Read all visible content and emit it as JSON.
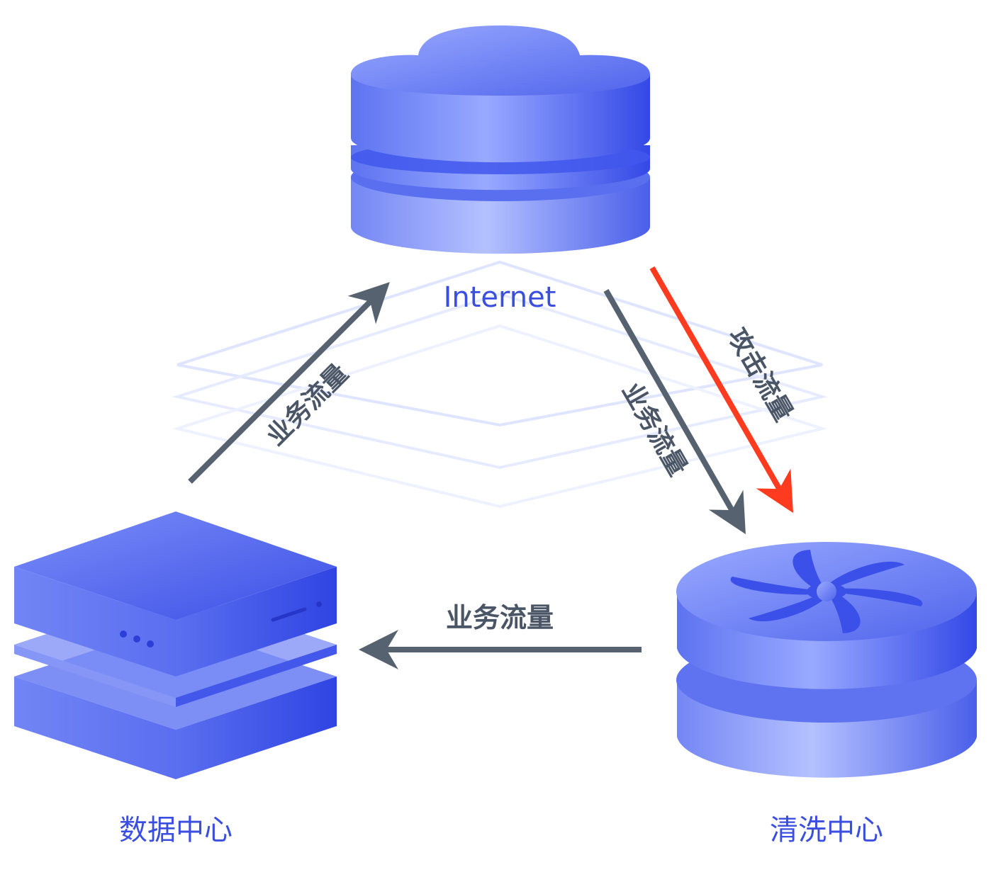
{
  "nodes": {
    "internet": {
      "label": "Internet",
      "icon": "cloud-server-icon"
    },
    "data_center": {
      "label": "数据中心",
      "icon": "server-stack-icon"
    },
    "scrubbing_center": {
      "label": "清洗中心",
      "icon": "fan-disk-icon"
    }
  },
  "flows": {
    "dc_to_internet": {
      "label": "业务流量",
      "color": "#56626f"
    },
    "internet_to_scrub_business": {
      "label": "业务流量",
      "color": "#56626f"
    },
    "internet_to_scrub_attack": {
      "label": "攻击流量",
      "color": "#ff3b1f"
    },
    "scrub_to_dc": {
      "label": "业务流量",
      "color": "#56626f"
    }
  },
  "colors": {
    "node_primary": "#4d63ee",
    "node_light": "#aab8ff",
    "label_text": "#3a4ee0",
    "flow_text": "#4a5566"
  }
}
